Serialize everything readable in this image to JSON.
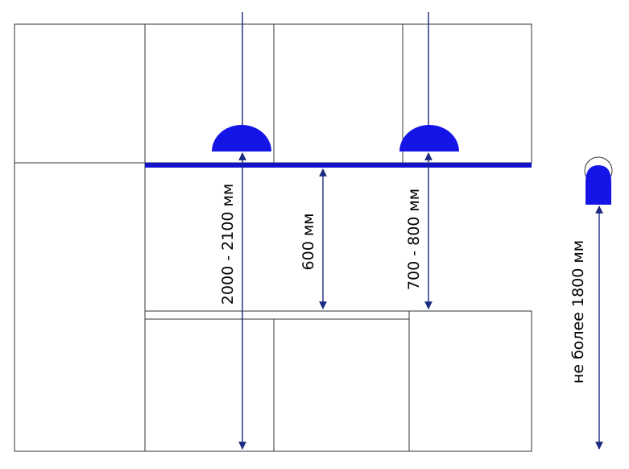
{
  "dimensions": {
    "pendant_height": "2000 - 2100 мм",
    "backsplash_gap": "600 мм",
    "counter_to_lamp": "700 - 800 мм",
    "sconce_height": "не более 1800 мм"
  },
  "colors": {
    "lamp": "#1414e6",
    "shelf": "#1212cc",
    "arrow": "#1a2a80",
    "outline": "#333333"
  }
}
